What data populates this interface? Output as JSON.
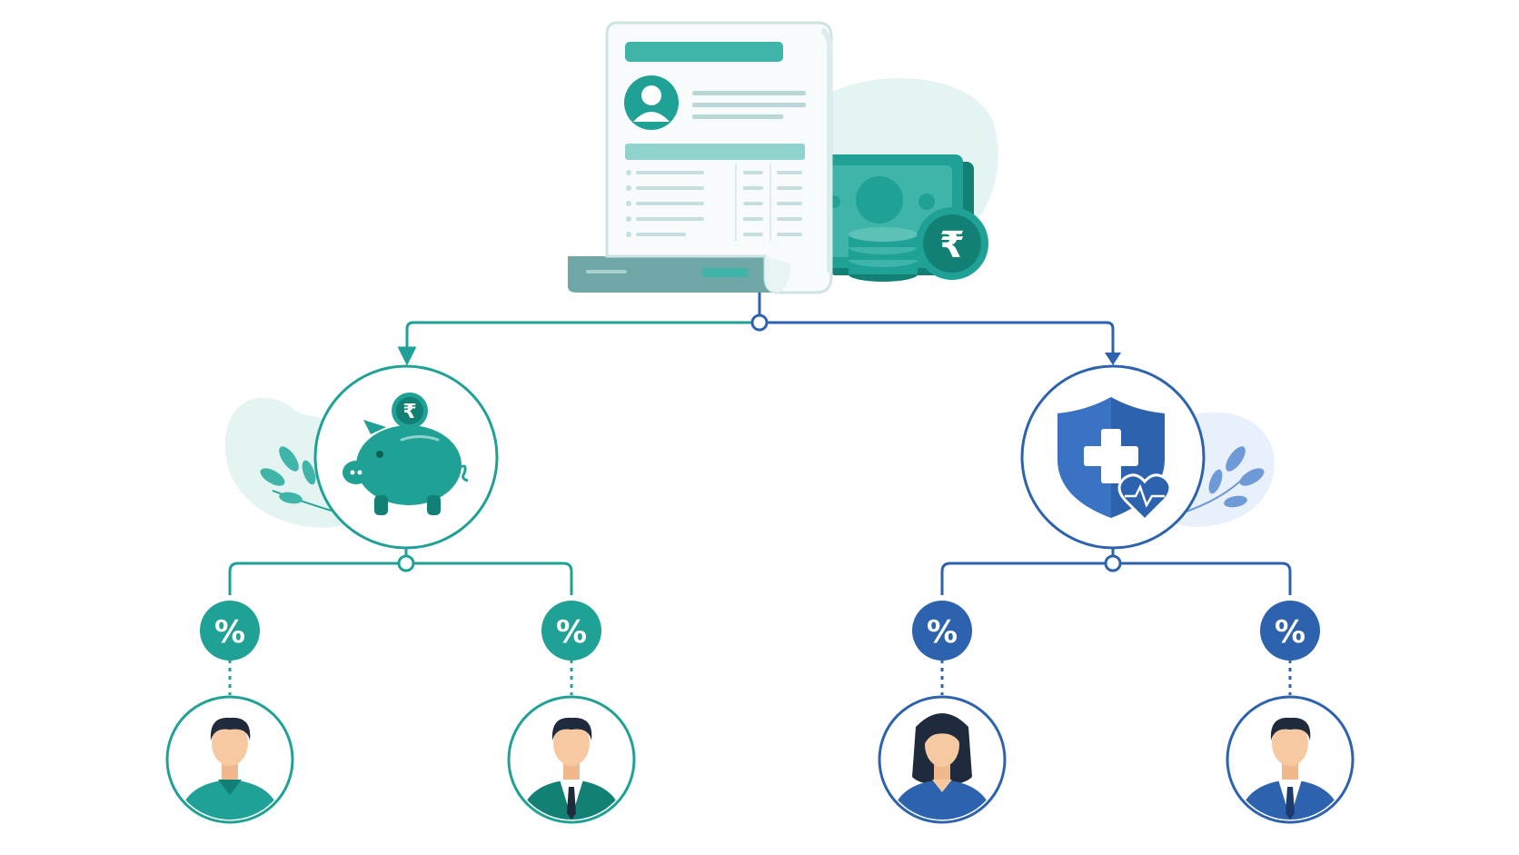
{
  "diagram": {
    "colors": {
      "teal": "#20a195",
      "teal_dark": "#128074",
      "teal_light": "#8fd3cc",
      "teal_wash": "#e4f4f2",
      "blue": "#2d62ae",
      "blue_dark": "#1d4a8c",
      "blue_light": "#6f9ad8",
      "blue_wash": "#e8f0fb",
      "paper": "#f7fbfb",
      "paper_edge": "#cfe3e3",
      "laptop": "#6fa7a7",
      "skin": "#f6c9a1",
      "hair": "#1f2b3d"
    },
    "root": {
      "icon": "salary-document-icon",
      "money_icon": "banknote-icon",
      "coin_symbol": "₹"
    },
    "branches": [
      {
        "id": "savings",
        "icon": "piggy-bank-icon",
        "coin_symbol": "₹",
        "color": "teal",
        "children": [
          {
            "badge": "%",
            "person": "man-casual-icon"
          },
          {
            "badge": "%",
            "person": "man-suit-icon"
          }
        ]
      },
      {
        "id": "insurance",
        "icon": "health-shield-icon",
        "color": "blue",
        "children": [
          {
            "badge": "%",
            "person": "woman-icon"
          },
          {
            "badge": "%",
            "person": "man-suit-icon"
          }
        ]
      }
    ]
  }
}
